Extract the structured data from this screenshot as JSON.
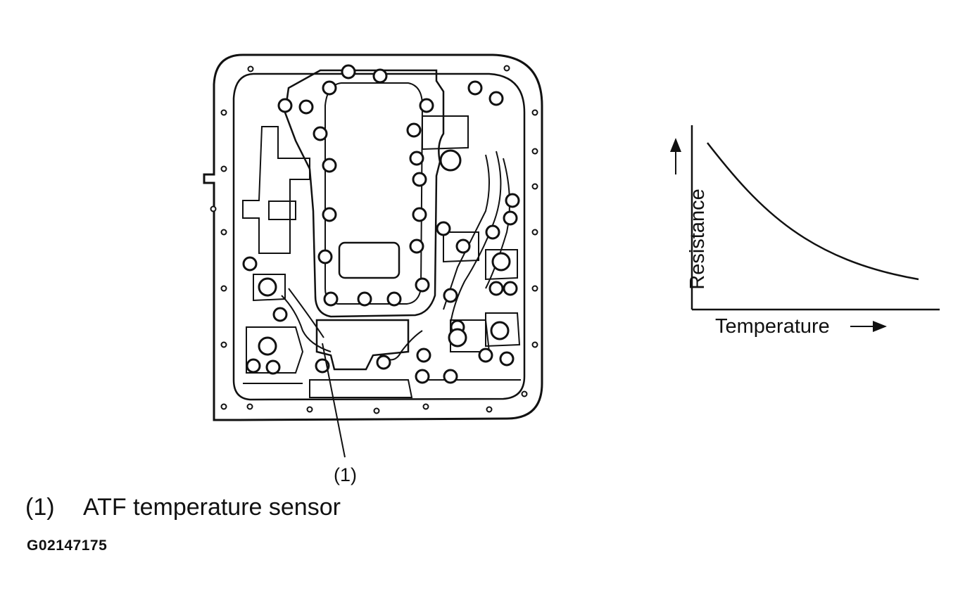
{
  "diagram": {
    "callout_number": "(1)",
    "legend": {
      "number": "(1)",
      "text": "ATF temperature sensor"
    },
    "figure_code": "G02147175"
  },
  "graph": {
    "x_label": "Temperature",
    "y_label": "Resistance",
    "curve_shape": "decreasing"
  }
}
